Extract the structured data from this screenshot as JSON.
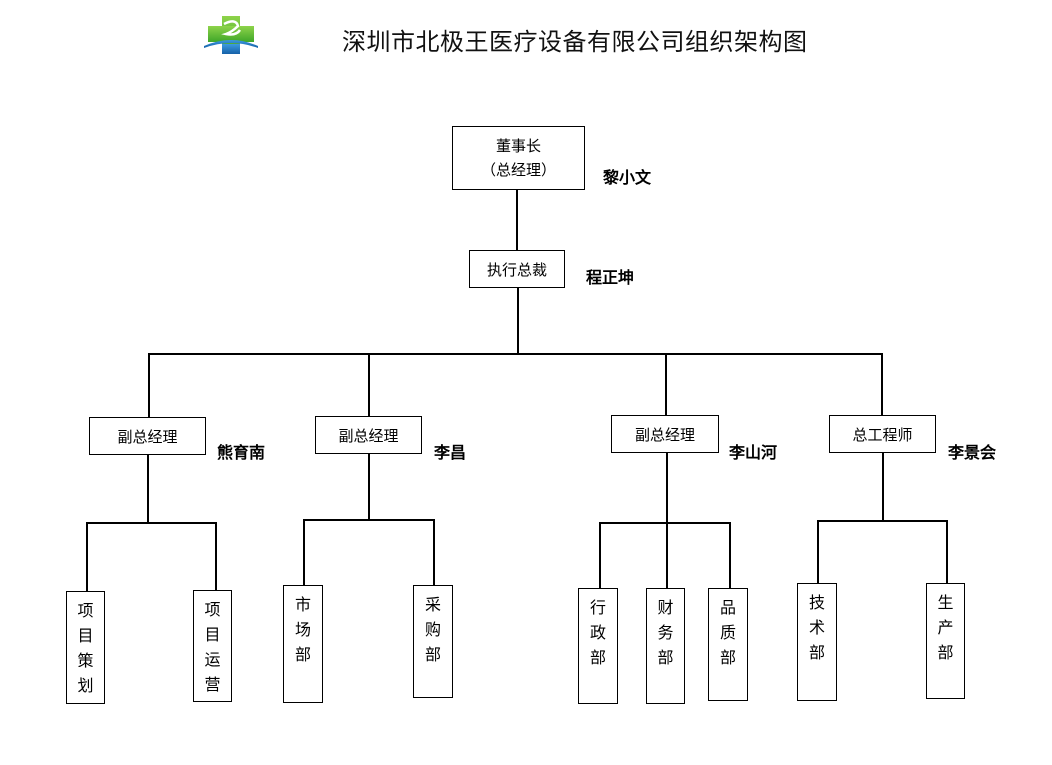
{
  "header": {
    "title": "深圳市北极王医疗设备有限公司组织架构图",
    "logo": "company-logo",
    "colors": {
      "logo_green": "#5cb82e",
      "logo_blue": "#1f7fc4",
      "line": "#000000"
    }
  },
  "chairman": {
    "title_line1": "董事长",
    "title_line2": "（总经理）",
    "person": "黎小文"
  },
  "ceo": {
    "title": "执行总裁",
    "person": "程正坤"
  },
  "managers": [
    {
      "title": "副总经理",
      "person": "熊育南",
      "departments": [
        {
          "chars": [
            "项",
            "目",
            "策",
            "划"
          ]
        },
        {
          "chars": [
            "项",
            "目",
            "运",
            "营"
          ]
        }
      ]
    },
    {
      "title": "副总经理",
      "person": "李昌",
      "departments": [
        {
          "chars": [
            "市",
            "场",
            "部"
          ]
        },
        {
          "chars": [
            "采",
            "购",
            "部"
          ]
        }
      ]
    },
    {
      "title": "副总经理",
      "person": "李山河",
      "departments": [
        {
          "chars": [
            "行",
            "政",
            "部"
          ]
        },
        {
          "chars": [
            "财",
            "务",
            "部"
          ]
        },
        {
          "chars": [
            "品",
            "质",
            "部"
          ]
        }
      ]
    },
    {
      "title": "总工程师",
      "person": "李景会",
      "departments": [
        {
          "chars": [
            "技",
            "术",
            "部"
          ]
        },
        {
          "chars": [
            "生",
            "产",
            "部"
          ]
        }
      ]
    }
  ]
}
